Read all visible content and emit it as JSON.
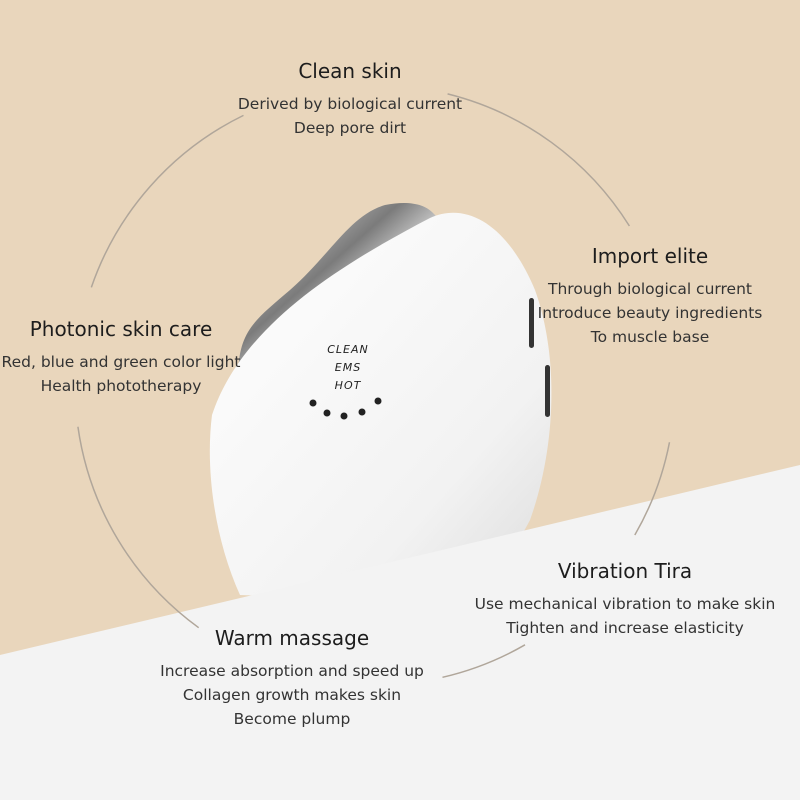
{
  "features": [
    {
      "title": "Clean skin",
      "lines": [
        "Derived by biological current",
        "Deep pore dirt"
      ]
    },
    {
      "title": "Import elite",
      "lines": [
        "Through biological current",
        "Introduce beauty ingredients",
        "To muscle base"
      ]
    },
    {
      "title": "Photonic skin care",
      "lines": [
        "Red, blue and green color light",
        "Health phototherapy"
      ]
    },
    {
      "title": "Vibration Tira",
      "lines": [
        "Use mechanical vibration to make skin",
        "Tighten and increase elasticity"
      ]
    },
    {
      "title": "Warm massage",
      "lines": [
        "Increase absorption and speed up",
        "Collagen growth makes skin",
        "Become plump"
      ]
    }
  ],
  "device": {
    "modes": [
      "CLEAN",
      "EMS",
      "HOT"
    ],
    "indicator_count": 5
  },
  "colors": {
    "background": "#e9d6bc",
    "surface": "#f3f3f3",
    "ring": "#b0a69a"
  }
}
